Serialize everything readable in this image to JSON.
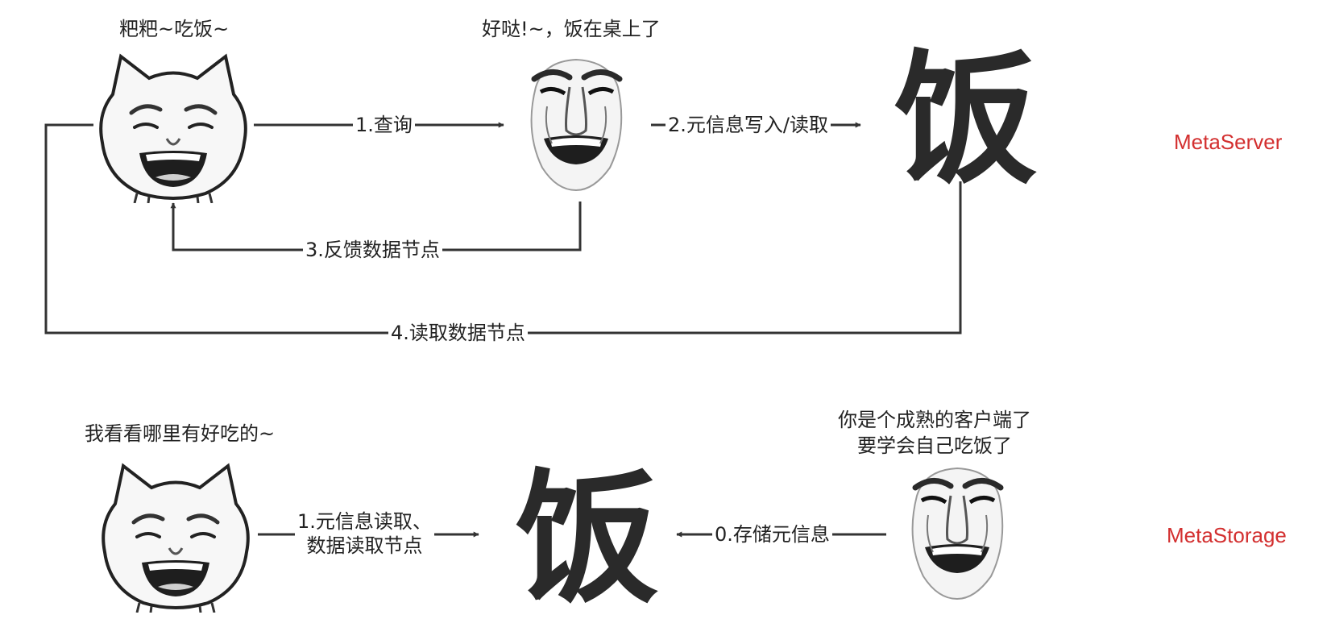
{
  "top": {
    "caller_caption": "粑粑~吃饭~",
    "server_caption": "好哒!~，饭在桌上了",
    "food_glyph": "饭",
    "edges": {
      "query": "1.查询",
      "meta_rw": "2.元信息写入/读取",
      "feedback": "3.反馈数据节点",
      "read_nodes": "4.读取数据节点"
    },
    "tag": "MetaServer"
  },
  "bottom": {
    "caller_caption": "我看看哪里有好吃的~",
    "server_caption_line1": "你是个成熟的客户端了",
    "server_caption_line2": "要学会自己吃饭了",
    "food_glyph": "饭",
    "edges": {
      "read_line1": "1.元信息读取、",
      "read_line2": "数据读取节点",
      "store": "0.存储元信息"
    },
    "tag": "MetaStorage"
  },
  "colors": {
    "line": "#333333",
    "tag": "#d32f2f"
  }
}
